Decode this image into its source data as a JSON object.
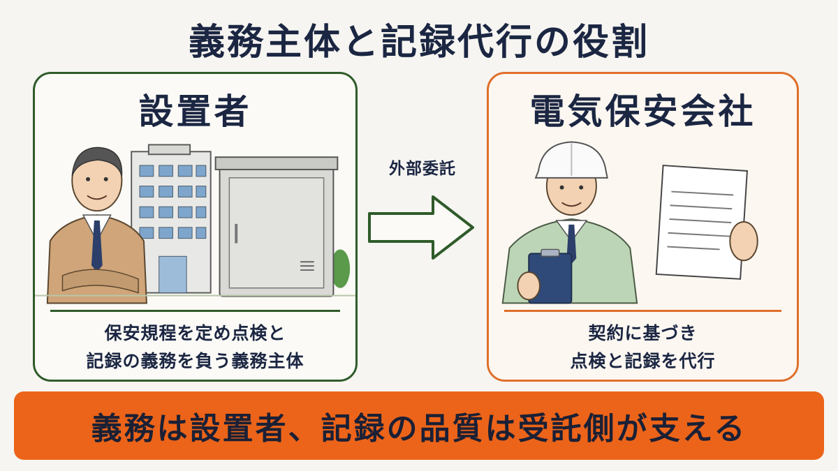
{
  "title": "義務主体と記録代行の役割",
  "left_panel": {
    "title": "設置者",
    "caption_line1": "保安規程を定め点検と",
    "caption_line2": "記録の義務を負う義務主体",
    "colors": {
      "border": "#2f5b2a"
    }
  },
  "arrow": {
    "label": "外部委託"
  },
  "right_panel": {
    "title": "電気保安会社",
    "caption_line1": "契約に基づき",
    "caption_line2": "点検と記録を代行",
    "colors": {
      "border": "#e06f2a"
    }
  },
  "banner": {
    "text": "義務は設置者、記録の品質は受託側が支える",
    "color": "#ec6419"
  },
  "icons": [
    "businessman-illustration",
    "office-building-illustration",
    "cubicle-equipment-illustration",
    "engineer-illustration",
    "document-sheet-illustration",
    "clipboard-illustration",
    "right-arrow-icon"
  ]
}
